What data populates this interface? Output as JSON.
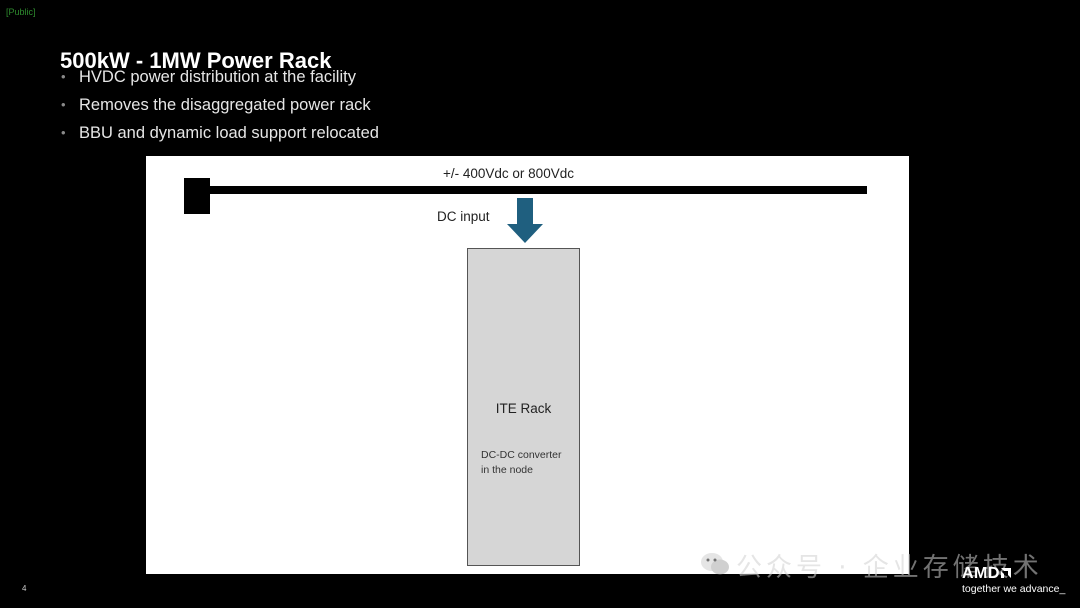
{
  "slide": {
    "classification": "[Public]",
    "title": "500kW - 1MW Power Rack",
    "bullets": [
      "HVDC power distribution at the facility",
      "Removes the disaggregated power rack",
      "BBU and dynamic load support relocated"
    ],
    "page_number": "4"
  },
  "diagram": {
    "bus_label": "+/- 400Vdc or 800Vdc",
    "dc_input_label": "DC input",
    "rack_label": "ITE Rack",
    "rack_sublabel_line1": "DC-DC converter",
    "rack_sublabel_line2": "in the node",
    "arrow_color": "#1f5f7f",
    "rack_fill": "#d6d6d6"
  },
  "watermark": {
    "text": "公众号 · 企业存储技术"
  },
  "brand": {
    "logo_text": "AMD",
    "tagline": "together we advance_"
  }
}
